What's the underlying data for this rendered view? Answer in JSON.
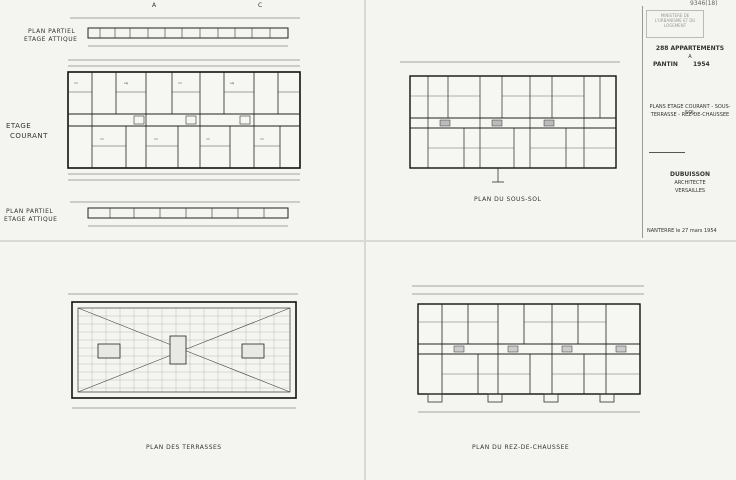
{
  "labels": {
    "plan_partiel_top": "PLAN PARTIEL",
    "etage_attique_top": "ETAGE ATTIQUE",
    "etage": "ETAGE",
    "courant": "COURANT",
    "plan_partiel_bottom": "PLAN PARTIEL",
    "etage_attique_bottom": "ETAGE ATTIQUE",
    "plan_sous_sol": "PLAN DU SOUS-SOL",
    "plan_terrasses": "PLAN DES TERRASSES",
    "plan_rez_de_chaussee": "PLAN DU REZ-DE-CHAUSSEE",
    "marker_a": "A",
    "marker_c": "C"
  },
  "cartouche": {
    "stamp_number": "9346(18)",
    "stamp_text": "MINISTERE DE L'URBANISME ET DU LOGEMENT",
    "project_title": "288 APPARTEMENTS",
    "project_sub": "A",
    "project_place": "PANTIN",
    "project_year": "1954",
    "plans_line1": "PLANS ETAGE COURANT - SOUS-SOL",
    "plans_line2": "TERRASSE - REZ-DE-CHAUSSEE",
    "architect": "DUBUISSON",
    "architect_title": "ARCHITECTE",
    "city": "VERSAILLES",
    "date": "NANTERRE le 27 mars 1954"
  }
}
